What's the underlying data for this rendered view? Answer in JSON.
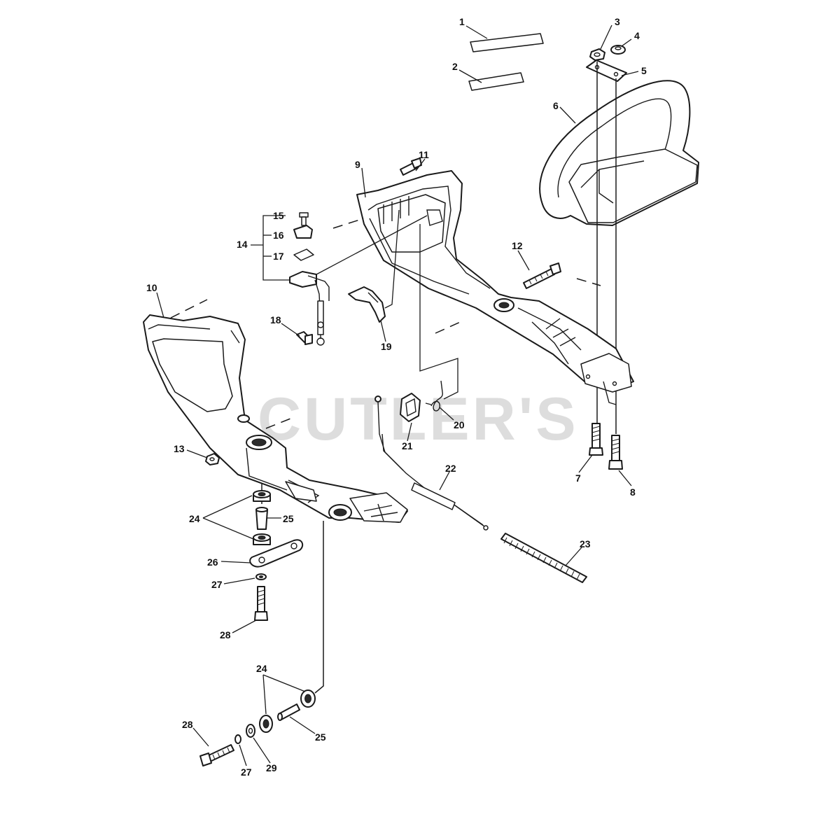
{
  "watermark": "CUTLER'S",
  "callouts": {
    "c1": "1",
    "c2": "2",
    "c3": "3",
    "c4": "4",
    "c5": "5",
    "c6": "6",
    "c7": "7",
    "c8": "8",
    "c9": "9",
    "c10": "10",
    "c11": "11",
    "c12": "12",
    "c13": "13",
    "c14": "14",
    "c15": "15",
    "c16": "16",
    "c17": "17",
    "c18": "18",
    "c19": "19",
    "c20": "20",
    "c21": "21",
    "c22": "22",
    "c23": "23",
    "c24a": "24",
    "c24b": "24",
    "c25a": "25",
    "c25b": "25",
    "c26": "26",
    "c27a": "27",
    "c27b": "27",
    "c28a": "28",
    "c28b": "28",
    "c29": "29"
  }
}
